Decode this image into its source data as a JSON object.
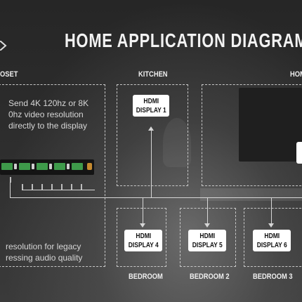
{
  "title": "HOME APPLICATION DIAGRAM",
  "zones": {
    "closet": "OSET",
    "kitchen": "KITCHEN",
    "home_right": "HOM",
    "bedroom": "BEDROOM",
    "bedroom2": "BEDROOM 2",
    "bedroom3": "BEDROOM 3"
  },
  "displays": {
    "d1": [
      "HDMI",
      "DISPLAY 1"
    ],
    "d4": [
      "HDMI",
      "DISPLAY 4"
    ],
    "d5": [
      "HDMI",
      "DISPLAY 5"
    ],
    "d6": [
      "HDMI",
      "DISPLAY 6"
    ]
  },
  "descriptions": {
    "top": [
      "Send 4K 120hz or 8K",
      "0hz video resolution",
      "directly to the display"
    ],
    "bottom": [
      "resolution for legacy",
      "ressing audio quality"
    ]
  },
  "colors": {
    "port": "#3e9a4a",
    "led": "#c58a2f"
  }
}
